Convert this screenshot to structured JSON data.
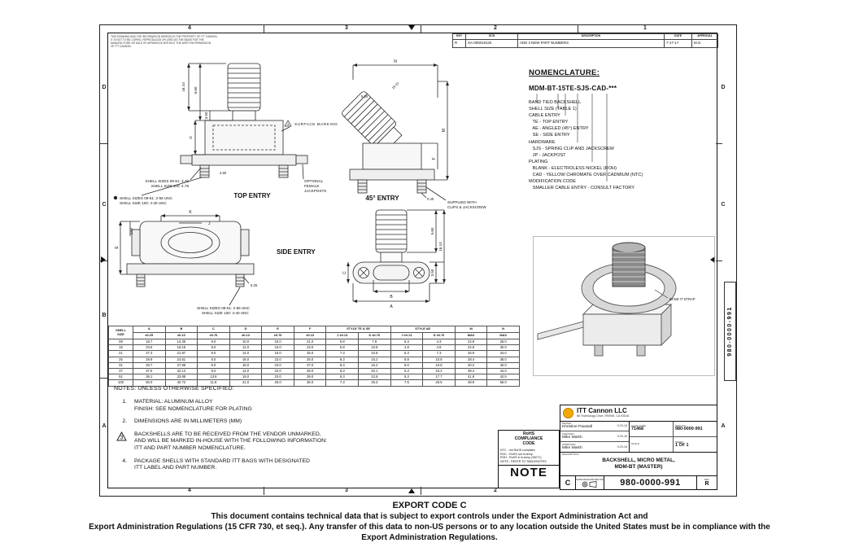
{
  "zones": {
    "columns": [
      "4",
      "3",
      "2",
      "1"
    ],
    "rows": [
      "D",
      "C",
      "B",
      "A"
    ]
  },
  "proprietary_note": [
    "THIS DRAWING AND THE INFORMATION HEREON IS THE PROPERTY OF ITT CANNON.",
    "IT IS NOT TO BE COPIED, REPRODUCED OR USED AS THE BASIS FOR THE",
    "MANUFACTURE OR SALE OF APPARATUS WITHOUT THE WRITTEN PERMISSION",
    "OF ITT CANNON."
  ],
  "revision_table": {
    "head": [
      [
        {
          "t": "KEY"
        },
        {
          "t": "SCN"
        },
        {
          "t": "DESCRIPTION"
        },
        {
          "t": "DATE"
        },
        {
          "t": "APPROVAL"
        }
      ]
    ],
    "rows": [
      [
        "R",
        "SA-000019125",
        "ADD 3 NEW PART NUMBERS",
        "7-17-17",
        "M.G."
      ]
    ]
  },
  "views": {
    "top_entry": {
      "label": "TOP ENTRY",
      "dim_height": "16.10",
      "dim_width": "9.60",
      "dim_neck": "3.50",
      "dim_body": "D",
      "dim_post": "4.80",
      "surface_num": "3",
      "surface_text": "SURFACE MARKING",
      "jackpost_1": "OPTIONAL",
      "jackpost_2": "FEMALE",
      "jackpost_3": "JACKPOSTS",
      "post_size_1": "SHELL SIZES 09-51: 3.28",
      "post_size_2": "SHELL SIZE 100: 4.78",
      "thread_1": "SHELL SIZES 09-51: 2-56 UNC",
      "thread_2": "SHELL SIZE 100: 4-40 UNC"
    },
    "angled_entry": {
      "label": "45° ENTRY",
      "dim_n": "N",
      "dim_m": "M",
      "dim_f": "F",
      "dim_gap": "0.40",
      "dim_neck": "5.60",
      "dim_bellows": "16.10",
      "supplied_1": "SUPPLIED WITH",
      "supplied_2": "CLIPS & JACKSCREW"
    },
    "side_entry": {
      "label": "SIDE ENTRY",
      "dim_k": "K",
      "dim_j": "J",
      "dim_e": "E",
      "dim_lip": "1.60",
      "dim_foot": "6.25",
      "thread_1": "SHELL SIZES 09-51: 2-56 UNC",
      "thread_2": "SHELL SIZE 100: 4-40 UNC"
    },
    "front": {
      "dim_w": "9.60",
      "dim_h": "16.10",
      "dim_f": "3.50",
      "dim_c": "C",
      "dim_b": "B",
      "dim_a": "A"
    },
    "iso": {
      "band_label": "BAND IT STRAP"
    }
  },
  "nomenclature": {
    "title": "NOMENCLATURE:",
    "part_number": "MDM-BT-15TE-SJS-CAD-***",
    "lines": [
      "BAND TIED BACKSHELL",
      "SHELL SIZE (TABLE 1)",
      "CABLE ENTRY",
      "   TE - TOP ENTRY",
      "   AE - ANGLED (45°) ENTRY",
      "   SE - SIDE ENTRY",
      "HARDWARE",
      "   SJS - SPRING CLIP AND JACKSCREW",
      "   JP - JACKPOST",
      "PLATING",
      "   BLANK - ELECTROLESS NICKEL (ROH)",
      "   CAD - YELLOW CHROMATE OVER CADMIUM (NTC)",
      "MODIFICATION CODE",
      "   SMALLER CABLE ENTRY - CONSULT FACTORY"
    ]
  },
  "shell_table": {
    "head": [
      [
        {
          "t": "SHELL\nSIZE",
          "rs": 2
        },
        {
          "t": "A"
        },
        {
          "t": "B"
        },
        {
          "t": "C"
        },
        {
          "t": "D"
        },
        {
          "t": "E"
        },
        {
          "t": "F"
        },
        {
          "t": "STYLE TE & SE",
          "cs": 2
        },
        {
          "t": "STYLE AE",
          "cs": 2
        },
        {
          "t": "M"
        },
        {
          "t": "N"
        }
      ],
      [
        {
          "t": "±0.25"
        },
        {
          "t": "±0.13"
        },
        {
          "t": "±0.76"
        },
        {
          "t": "±0.13"
        },
        {
          "t": "±0.76"
        },
        {
          "t": "±0.13"
        },
        {
          "t": "J ±0.13"
        },
        {
          "t": "K ±0.76"
        },
        {
          "t": "J ±0.13"
        },
        {
          "t": "K ±0.76"
        },
        {
          "t": "MAX"
        },
        {
          "t": "MAX"
        }
      ]
    ],
    "rows": [
      [
        "09",
        "19.7",
        "14.35",
        "9.0",
        "10.0",
        "15.0",
        "21.0",
        "5.8",
        "7.6",
        "6.3",
        "4.3",
        "22.8",
        "26.0"
      ],
      [
        "15",
        "23.5",
        "18.15",
        "9.0",
        "12.0",
        "16.0",
        "23.0",
        "5.8",
        "10.8",
        "4.9",
        "4.8",
        "24.9",
        "30.0"
      ],
      [
        "21",
        "27.3",
        "21.97",
        "9.0",
        "14.0",
        "16.0",
        "25.0",
        "7.3",
        "10.8",
        "5.3",
        "7.3",
        "26.9",
        "34.0"
      ],
      [
        "25",
        "29.9",
        "24.51",
        "9.0",
        "16.0",
        "23.0",
        "26.0",
        "8.3",
        "15.2",
        "8.9",
        "10.8",
        "28.4",
        "36.0"
      ],
      [
        "31",
        "33.7",
        "27.89",
        "9.0",
        "18.0",
        "23.0",
        "27.0",
        "8.3",
        "15.2",
        "9.0",
        "10.8",
        "30.2",
        "40.0"
      ],
      [
        "37",
        "37.5",
        "32.13",
        "9.0",
        "14.0",
        "22.0",
        "28.0",
        "8.3",
        "20.1",
        "5.3",
        "15.2",
        "39.4",
        "44.0"
      ],
      [
        "51",
        "38.1",
        "33.88",
        "13.8",
        "19.0",
        "23.0",
        "39.0",
        "6.3",
        "22.8",
        "5.3",
        "17.7",
        "41.8",
        "42.5"
      ],
      [
        "100",
        "50.0",
        "40.72",
        "11.8",
        "21.0",
        "25.0",
        "36.0",
        "7.3",
        "26.3",
        "7.5",
        "26.5",
        "48.9",
        "56.0"
      ]
    ]
  },
  "notes": {
    "title": "NOTES: UNLESS OTHERWISE SPECIFIED:",
    "items": [
      {
        "num": "1.",
        "text": "MATERIAL: ALUMINUM ALLOY\nFINISH: SEE NOMENCLATURE FOR PLATING"
      },
      {
        "num": "2.",
        "text": "DIMENSIONS ARE IN MILLIMETERS (MM)"
      },
      {
        "num": "3",
        "text": "BACKSHELLS ARE TO BE RECEIVED FROM THE VENDOR UNMARKED,\nAND WILL BE MARKED IN-HOUSE WITH THE FOLLOWING INFORMATION:\nITT AND PART NUMBER NOMENCLATURE."
      },
      {
        "num": "4.",
        "text": "PACKAGE SHELLS WITH STANDARD ITT BAGS WITH DESIGNATED\nITT LABEL AND PART NUMBER."
      }
    ]
  },
  "rohs": {
    "title": "RoHS\nCOMPLIANCE\nCODE",
    "lines": [
      "NTC - not RoHS compliant",
      "ROC - RoHS not hi-temp",
      "ROH - RoHS & hi-temp (260°C)",
      "NOTE - REFER TO TABLE/NOTES"
    ],
    "value": "NOTE"
  },
  "title_block": {
    "company": "ITT Cannon LLC",
    "address": "66 Technology Drive, IRVINE, CA 92618",
    "approvals": [
      {
        "label": "DRAWN",
        "name": "Khristine Paustall",
        "date": "9-23-16"
      },
      {
        "label": "CHECKED",
        "name": "Mike Walsh",
        "date": "9-23-16"
      },
      {
        "label": "APPROVED",
        "name": "Mike Walsh",
        "date": "9-23-16"
      }
    ],
    "cage_label": "CAGE CODE",
    "cage": "71468",
    "dwg_no_label": "DWG NO",
    "dwg_no": "980-0000-991",
    "scale_label": "SCALE",
    "sheet_label": "SHEET",
    "sheet": "1 OF 1",
    "desc_label": "DESCRIPTION",
    "title_line1": "BACKSHELL, MICRO METAL,",
    "title_line2": "MDM-BT (MASTER)",
    "size_label": "SIZE",
    "size": "C",
    "rev_label": "REV",
    "rev": "R",
    "projection_label": "THIRD ANGLE PROJECTION"
  },
  "margin_number": "980-0000-991",
  "export_notice": {
    "title": "EXPORT CODE C",
    "line1": "This document contains technical data that is subject to export controls under the Export Administration Act and",
    "line2": "Export Administration Regulations (15 CFR 730, et seq.). Any transfer of this data to non-US persons or to any location outside the United States must be in compliance with the",
    "line3": "Export Administration Regulations."
  }
}
